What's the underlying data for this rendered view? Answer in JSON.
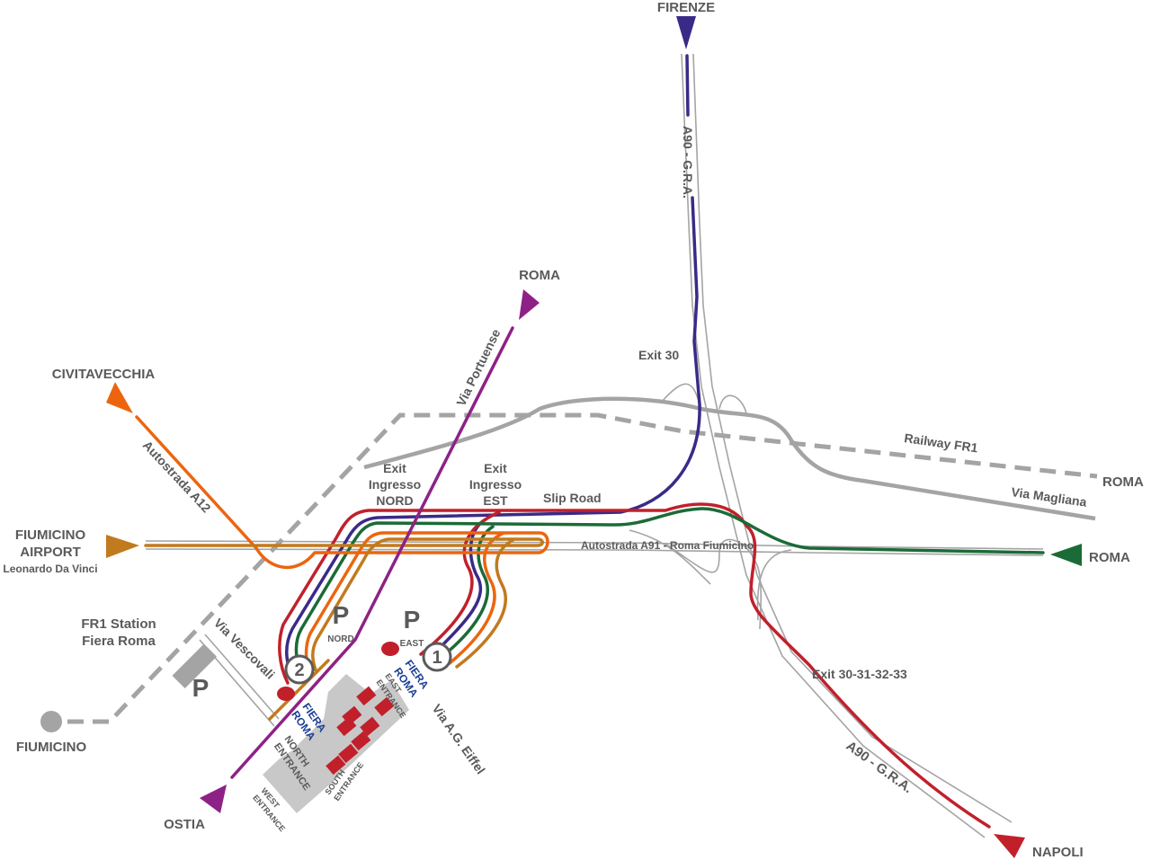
{
  "colors": {
    "napoli": "#c1202b",
    "firenze": "#3a2a88",
    "roma_east": "#1b6b37",
    "civitavecchia": "#ec650e",
    "airport": "#c27a1e",
    "portuense": "#8e2186",
    "road": "#a4a4a4",
    "text": "#5a5a5a",
    "fiera_blue": "#1d3f95"
  },
  "destinations": {
    "firenze": "FIRENZE",
    "roma_top": "ROMA",
    "civitavecchia": "CIVITAVECCHIA",
    "fiumicino_airport_1": "FIUMICINO",
    "fiumicino_airport_2": "AIRPORT",
    "fiumicino_airport_3": "Leonardo Da Vinci",
    "roma_east": "ROMA",
    "roma_rail": "ROMA",
    "napoli": "NAPOLI",
    "ostia": "OSTIA",
    "fiumicino": "FIUMICINO"
  },
  "roads": {
    "a90_top": "A90 - G.R.A.",
    "a90_bottom": "A90 - G.R.A.",
    "a91": "Autostrada A91 - Roma Fiumicino",
    "a12": "Autostrada A12",
    "portuense": "Via Portuense",
    "vescovali": "Via Vescovali",
    "eiffel": "Via A.G. Eiffel",
    "magliana": "Via Magliana",
    "railway": "Railway FR1",
    "slip_road": "Slip Road"
  },
  "exits": {
    "exit30": "Exit 30",
    "exit_multi": "Exit 30-31-32-33",
    "nord_1": "Exit",
    "nord_2": "Ingresso",
    "nord_3": "NORD",
    "est_1": "Exit",
    "est_2": "Ingresso",
    "est_3": "EST"
  },
  "station": {
    "line1": "FR1 Station",
    "line2": "Fiera Roma"
  },
  "parking": {
    "p": "P",
    "nord": "NORD",
    "east": "EAST"
  },
  "markers": {
    "one": "1",
    "two": "2"
  },
  "fiera": {
    "brand1": "FIERA",
    "brand2": "ROMA",
    "north_1": "NORTH",
    "north_2": "ENTRANCE",
    "east_1": "EAST",
    "east_2": "ENTRANCE",
    "south_1": "SOUTH",
    "south_2": "ENTRANCE",
    "west_1": "WEST",
    "west_2": "ENTRANCE"
  }
}
